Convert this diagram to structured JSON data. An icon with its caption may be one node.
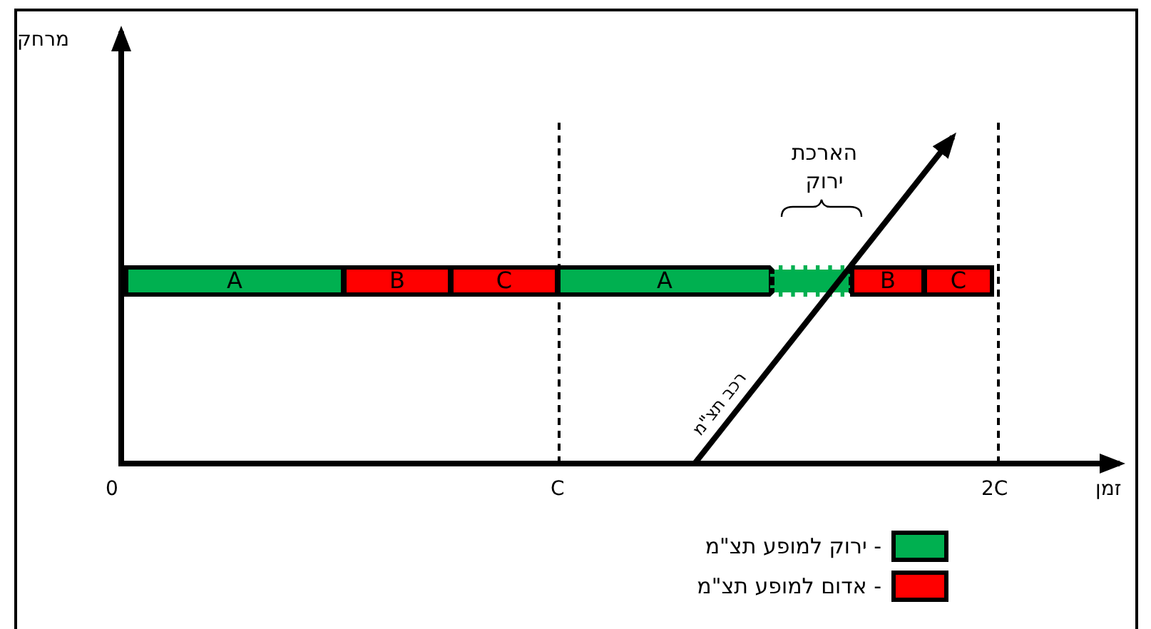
{
  "diagram": {
    "nodes": [
      {
        "text": [
          "A"
        ]
      },
      {
        "text": [
          "B"
        ]
      },
      {
        "text": [
          "C"
        ]
      },
      {
        "text": [
          "A"
        ]
      },
      {
        "text": [],
        "shape": "box"
      },
      {
        "text": [
          "B"
        ]
      },
      {
        "text": [
          "C"
        ]
      }
    ],
    "labels": [
      "מרחק",
      "זמן",
      "0",
      "C",
      "2C",
      "הארכת ירוק",
      "רכב תצ\"מ"
    ],
    "legend": [
      {
        "text": "- ירוק למופע תצ\"מ",
        "color": "#00b050"
      },
      {
        "text": "- אדום למופע תצ\"מ",
        "color": "#ff0000"
      }
    ]
  }
}
